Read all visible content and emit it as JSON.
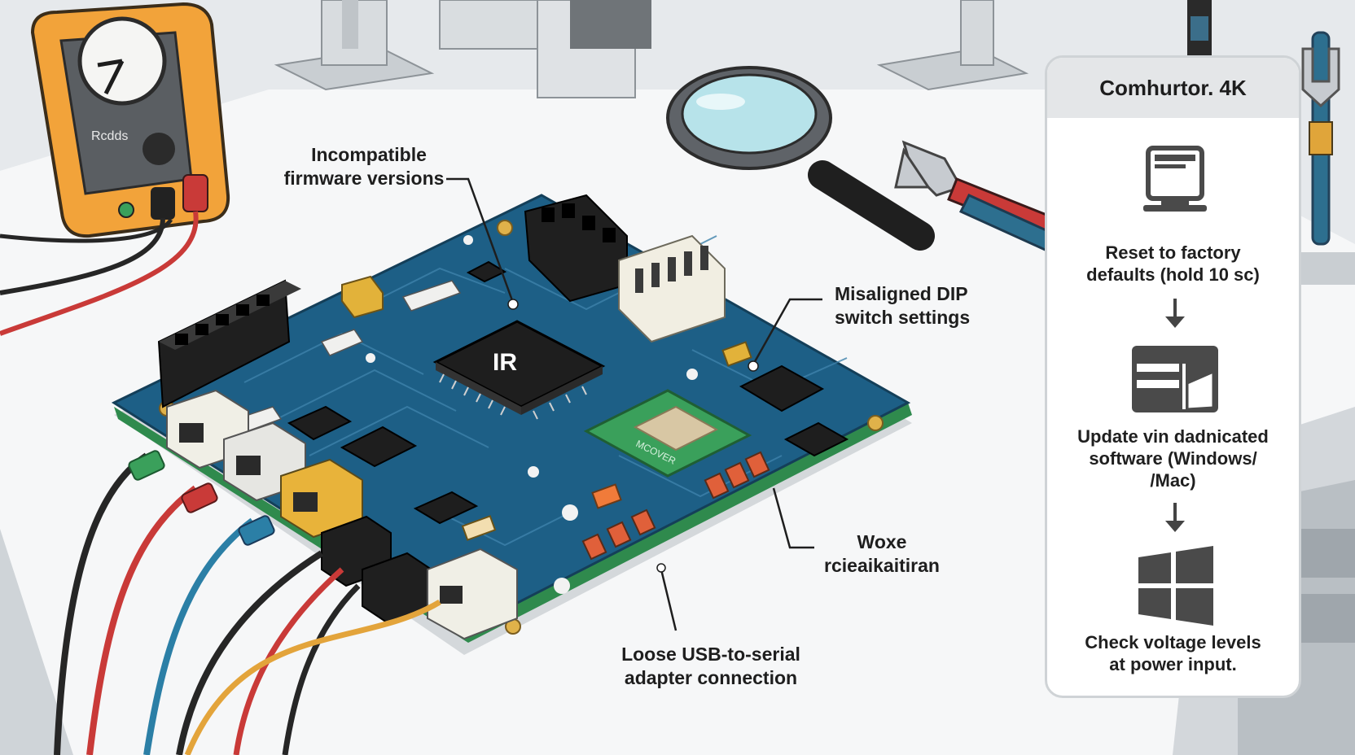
{
  "labels": {
    "firmware": [
      "Incompatible",
      "firmware versions"
    ],
    "dip": [
      "Misaligned DIP",
      "switch settings"
    ],
    "woxe": [
      "Woxe",
      "rcieaikaitiran"
    ],
    "usb": [
      "Loose USB-to-serial",
      "adapter connection"
    ]
  },
  "chip_labels": {
    "main_chip": "IR",
    "module": "MCOVER",
    "meter_brand": "Rcdds"
  },
  "panel": {
    "title": "Comhurtor. 4K",
    "steps": [
      {
        "icon": "laptop-icon",
        "text": [
          "Reset to factory",
          "defaults (hold 10 sc)"
        ]
      },
      {
        "icon": "software-update-icon",
        "text": [
          "Update vin dadnicated",
          "software (Windows/",
          "/Mac)"
        ]
      },
      {
        "icon": "windows-logo-icon",
        "text": [
          "Check voltage levels",
          "at power input."
        ]
      }
    ]
  },
  "colors": {
    "pcb": "#1d5f86",
    "pcb_edge": "#2f8a4d",
    "bench": "#f4f5f6",
    "multimeter": "#f2a33a",
    "wire_red": "#c93a38",
    "wire_black": "#262626",
    "wire_orange": "#e3a43b",
    "wire_blue": "#2b7fa6",
    "wire_green": "#3aa05b"
  }
}
